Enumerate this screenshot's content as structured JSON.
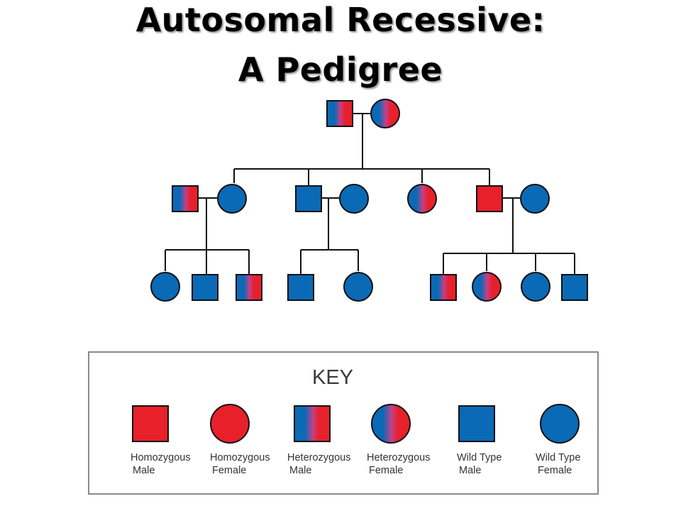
{
  "title": {
    "line1": "Autosomal Recessive:",
    "line2": "A Pedigree"
  },
  "colors": {
    "wild_type": "#0a6ab6",
    "affected": "#e8202a",
    "line": "#111111",
    "key_border": "#8a8a8a"
  },
  "pedigree": {
    "generation1": [
      {
        "sex": "male",
        "genotype": "heterozygous"
      },
      {
        "sex": "female",
        "genotype": "heterozygous"
      }
    ],
    "generation2": [
      {
        "sex": "male",
        "genotype": "heterozygous"
      },
      {
        "sex": "female",
        "genotype": "wild_type"
      },
      {
        "sex": "male",
        "genotype": "wild_type"
      },
      {
        "sex": "female",
        "genotype": "wild_type"
      },
      {
        "sex": "female",
        "genotype": "heterozygous"
      },
      {
        "sex": "male",
        "genotype": "homozygous"
      },
      {
        "sex": "female",
        "genotype": "wild_type"
      }
    ],
    "generation3": [
      {
        "sex": "female",
        "genotype": "wild_type"
      },
      {
        "sex": "male",
        "genotype": "wild_type"
      },
      {
        "sex": "male",
        "genotype": "heterozygous"
      },
      {
        "sex": "male",
        "genotype": "wild_type"
      },
      {
        "sex": "female",
        "genotype": "wild_type"
      },
      {
        "sex": "male",
        "genotype": "heterozygous"
      },
      {
        "sex": "female",
        "genotype": "heterozygous"
      },
      {
        "sex": "female",
        "genotype": "wild_type"
      },
      {
        "sex": "male",
        "genotype": "wild_type"
      }
    ]
  },
  "key": {
    "heading": "KEY",
    "items": [
      {
        "line1": "Homozygous",
        "line2": "Male",
        "sex": "male",
        "genotype": "homozygous"
      },
      {
        "line1": "Homozygous",
        "line2": "Female",
        "sex": "female",
        "genotype": "homozygous"
      },
      {
        "line1": "Heterozygous",
        "line2": "Male",
        "sex": "male",
        "genotype": "heterozygous"
      },
      {
        "line1": "Heterozygous",
        "line2": "Female",
        "sex": "female",
        "genotype": "heterozygous"
      },
      {
        "line1": "Wild Type",
        "line2": "Male",
        "sex": "male",
        "genotype": "wild_type"
      },
      {
        "line1": "Wild Type",
        "line2": "Female",
        "sex": "female",
        "genotype": "wild_type"
      }
    ]
  }
}
